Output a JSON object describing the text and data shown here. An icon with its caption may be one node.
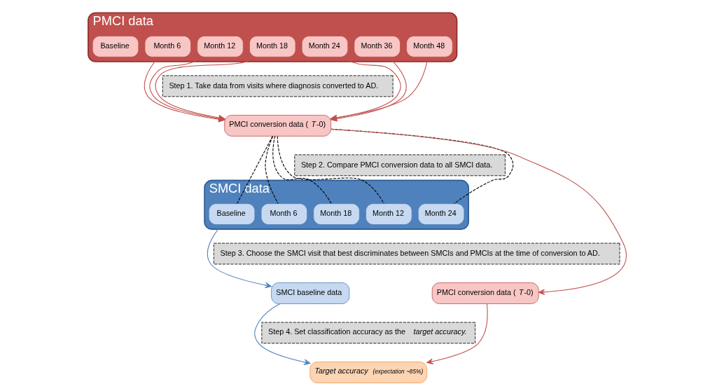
{
  "diagram": {
    "nodes": [
      {
        "text": [
          "PMCI data"
        ]
      },
      {
        "text": [
          "Baseline"
        ],
        "in": 0
      },
      {
        "text": [
          "Month 6"
        ],
        "in": 0
      },
      {
        "text": [
          "Month 12"
        ],
        "in": 0
      },
      {
        "text": [
          "Month 18"
        ],
        "in": 0
      },
      {
        "text": [
          "Month 24"
        ],
        "in": 0
      },
      {
        "text": [
          "Month 36"
        ],
        "in": 0
      },
      {
        "text": [
          "Month 48"
        ],
        "in": 0
      },
      {
        "text": [
          "Step 1. Take data from visits where diagnosis converted to AD."
        ]
      },
      {
        "text": [
          "PMCI conversion data (*T*-0)"
        ]
      },
      {
        "text": [
          "Step 2. Compare PMCI conversion data to all SMCI data."
        ]
      },
      {
        "text": [
          "SMCI data"
        ]
      },
      {
        "text": [
          "Baseline"
        ],
        "in": 11
      },
      {
        "text": [
          "Month 6"
        ],
        "in": 11
      },
      {
        "text": [
          "Month 12"
        ],
        "in": 11
      },
      {
        "text": [
          "Month 18"
        ],
        "in": 11
      },
      {
        "text": [
          "Month 24"
        ],
        "in": 11
      },
      {
        "text": [
          "Step 3. Choose the SMCI visit that best discriminates between SMCIs and PMCIs at the time of conversion to AD."
        ]
      },
      {
        "text": [
          "SMCI baseline data"
        ]
      },
      {
        "text": [
          "PMCI conversion data (*T*-0)"
        ]
      },
      {
        "text": [
          "Step 4. Set classification accuracy as the *target accuracy.*"
        ]
      },
      {
        "text": [
          "*Target accuracy*",
          "*(expectation ~85%)*"
        ]
      }
    ],
    "edges": [
      {
        "from": 2,
        "to": 9,
        "arrow": "to"
      },
      {
        "from": 3,
        "to": 9,
        "arrow": "to"
      },
      {
        "from": 4,
        "to": 9,
        "arrow": "to"
      },
      {
        "from": 5,
        "to": 9,
        "arrow": "to"
      },
      {
        "from": 6,
        "to": 9,
        "arrow": "to"
      },
      {
        "from": 7,
        "to": 9,
        "arrow": "to"
      },
      {
        "from": 9,
        "to": 12,
        "arrow": "none",
        "style": "dashed",
        "color": "#000000"
      },
      {
        "from": 9,
        "to": 13,
        "arrow": "none",
        "style": "dashed",
        "color": "#000000"
      },
      {
        "from": 9,
        "to": 14,
        "arrow": "none",
        "style": "dashed",
        "color": "#000000"
      },
      {
        "from": 9,
        "to": 15,
        "arrow": "none",
        "style": "dashed",
        "color": "#000000"
      },
      {
        "from": 9,
        "to": 16,
        "arrow": "none",
        "style": "dashed",
        "color": "#000000"
      },
      {
        "from": 12,
        "to": 18,
        "arrow": "to",
        "color": "#4f81bd"
      },
      {
        "from": 9,
        "to": 19,
        "arrow": "to"
      },
      {
        "from": 18,
        "to": 21,
        "arrow": "to",
        "color": "#4f81bd"
      },
      {
        "from": 19,
        "to": 21,
        "arrow": "to"
      }
    ]
  }
}
